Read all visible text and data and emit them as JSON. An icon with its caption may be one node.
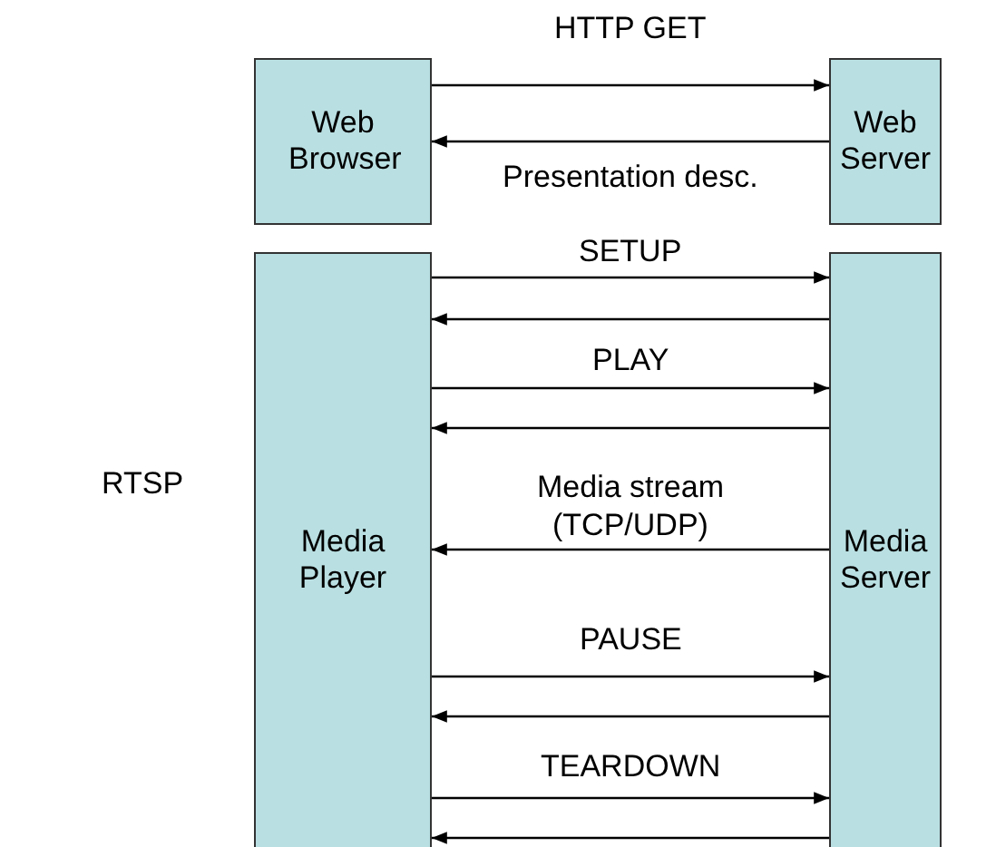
{
  "diagram": {
    "nodes": [
      {
        "text": [
          "Web Browser"
        ]
      },
      {
        "text": [
          "Web Server"
        ]
      },
      {
        "text": [
          "Media Player"
        ]
      },
      {
        "text": [
          "Media Server"
        ]
      }
    ],
    "edges": [
      {
        "from": 0,
        "to": 1,
        "arrow": "to",
        "label": "HTTP GET"
      },
      {
        "from": 1,
        "to": 0,
        "arrow": "to",
        "label": "Presentation desc."
      },
      {
        "from": 2,
        "to": 3,
        "arrow": "to",
        "label": "SETUP"
      },
      {
        "from": 3,
        "to": 2,
        "arrow": "to"
      },
      {
        "from": 2,
        "to": 3,
        "arrow": "to",
        "label": "PLAY"
      },
      {
        "from": 3,
        "to": 2,
        "arrow": "to"
      },
      {
        "from": 3,
        "to": 2,
        "arrow": "to",
        "label": "Media stream (TCP/UDP)"
      },
      {
        "from": 2,
        "to": 3,
        "arrow": "to",
        "label": "PAUSE"
      },
      {
        "from": 3,
        "to": 2,
        "arrow": "to"
      },
      {
        "from": 2,
        "to": 3,
        "arrow": "to",
        "label": "TEARDOWN"
      },
      {
        "from": 3,
        "to": 2,
        "arrow": "to"
      }
    ],
    "labels": [
      "RTSP"
    ]
  }
}
